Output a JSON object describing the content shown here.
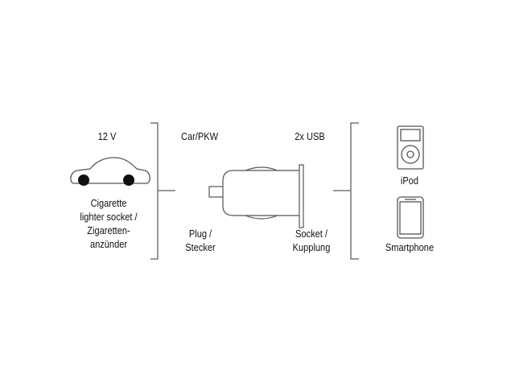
{
  "left": {
    "voltage": "12 V",
    "lines": [
      "Cigarette",
      "lighter socket /",
      "Zigaretten-",
      "anzünder"
    ]
  },
  "middle": {
    "title": "Car/PKW",
    "plug_lines": [
      "Plug /",
      "Stecker"
    ],
    "usb": "2x USB",
    "socket_lines": [
      "Socket /",
      "Kupplung"
    ]
  },
  "right": {
    "ipod": "iPod",
    "smartphone": "Smartphone"
  },
  "colors": {
    "stroke": "#555555",
    "bracket": "#777777"
  }
}
